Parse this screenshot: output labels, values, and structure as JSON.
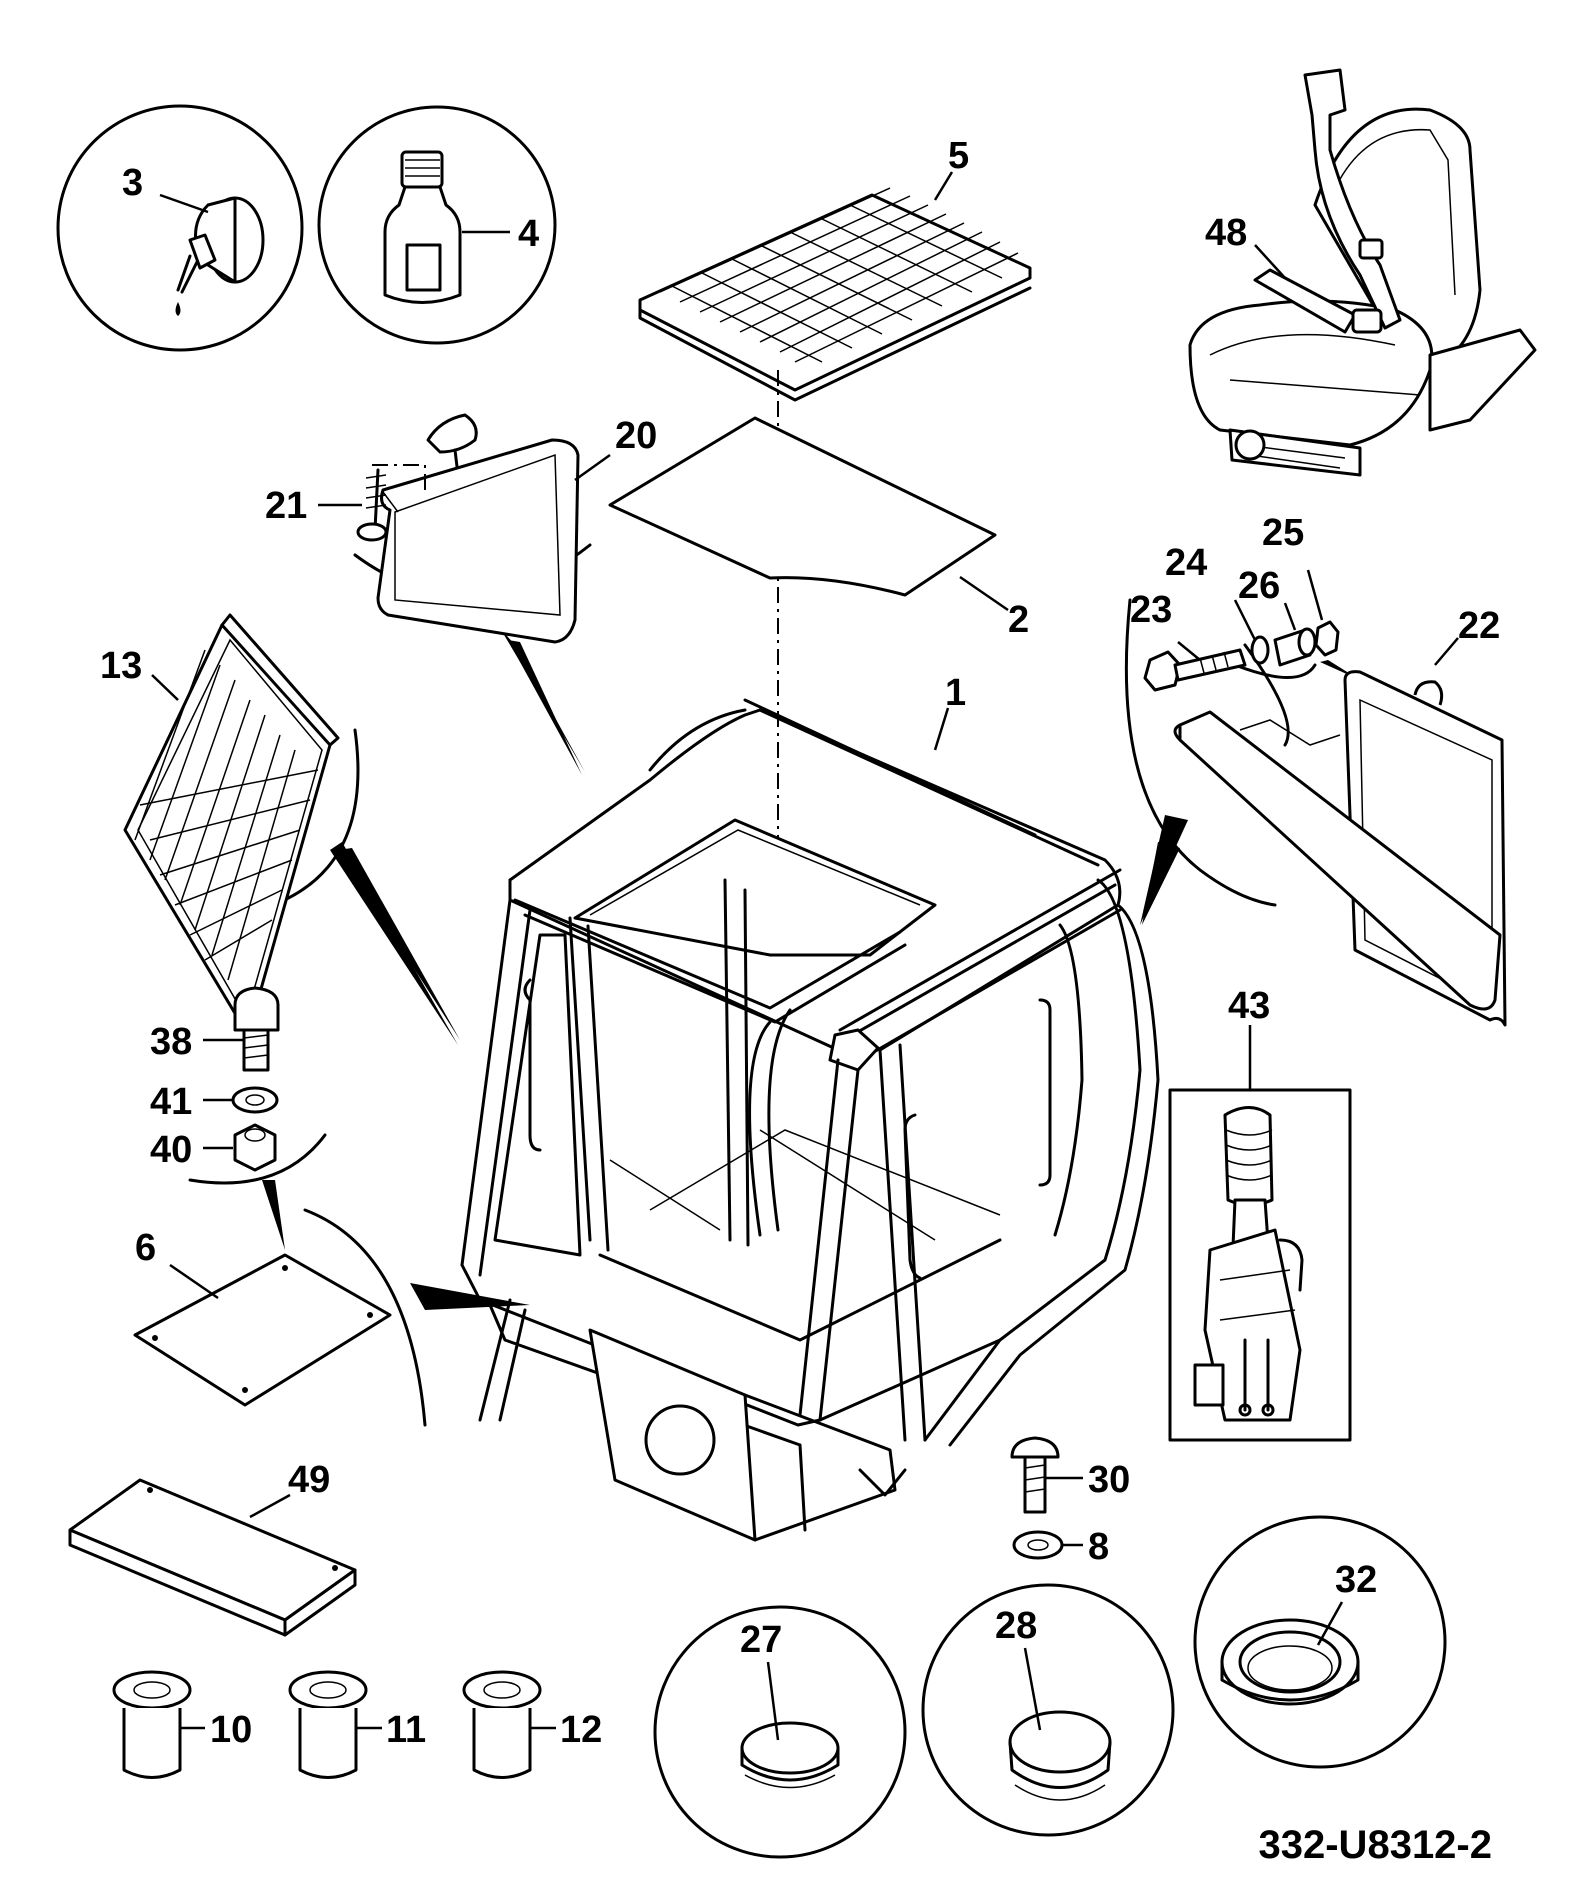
{
  "reference": "332-U8312-2",
  "callouts": [
    {
      "id": "c1",
      "text": "1"
    },
    {
      "id": "c2",
      "text": "2"
    },
    {
      "id": "c3",
      "text": "3"
    },
    {
      "id": "c4",
      "text": "4"
    },
    {
      "id": "c5",
      "text": "5"
    },
    {
      "id": "c6",
      "text": "6"
    },
    {
      "id": "c8",
      "text": "8"
    },
    {
      "id": "c10",
      "text": "10"
    },
    {
      "id": "c11",
      "text": "11"
    },
    {
      "id": "c12",
      "text": "12"
    },
    {
      "id": "c13",
      "text": "13"
    },
    {
      "id": "c20",
      "text": "20"
    },
    {
      "id": "c21",
      "text": "21"
    },
    {
      "id": "c22",
      "text": "22"
    },
    {
      "id": "c23",
      "text": "23"
    },
    {
      "id": "c24",
      "text": "24"
    },
    {
      "id": "c25",
      "text": "25"
    },
    {
      "id": "c26",
      "text": "26"
    },
    {
      "id": "c27",
      "text": "27"
    },
    {
      "id": "c28",
      "text": "28"
    },
    {
      "id": "c30",
      "text": "30"
    },
    {
      "id": "c32",
      "text": "32"
    },
    {
      "id": "c38",
      "text": "38"
    },
    {
      "id": "c40",
      "text": "40"
    },
    {
      "id": "c41",
      "text": "41"
    },
    {
      "id": "c43",
      "text": "43"
    },
    {
      "id": "c48",
      "text": "48"
    },
    {
      "id": "c49",
      "text": "49"
    }
  ]
}
